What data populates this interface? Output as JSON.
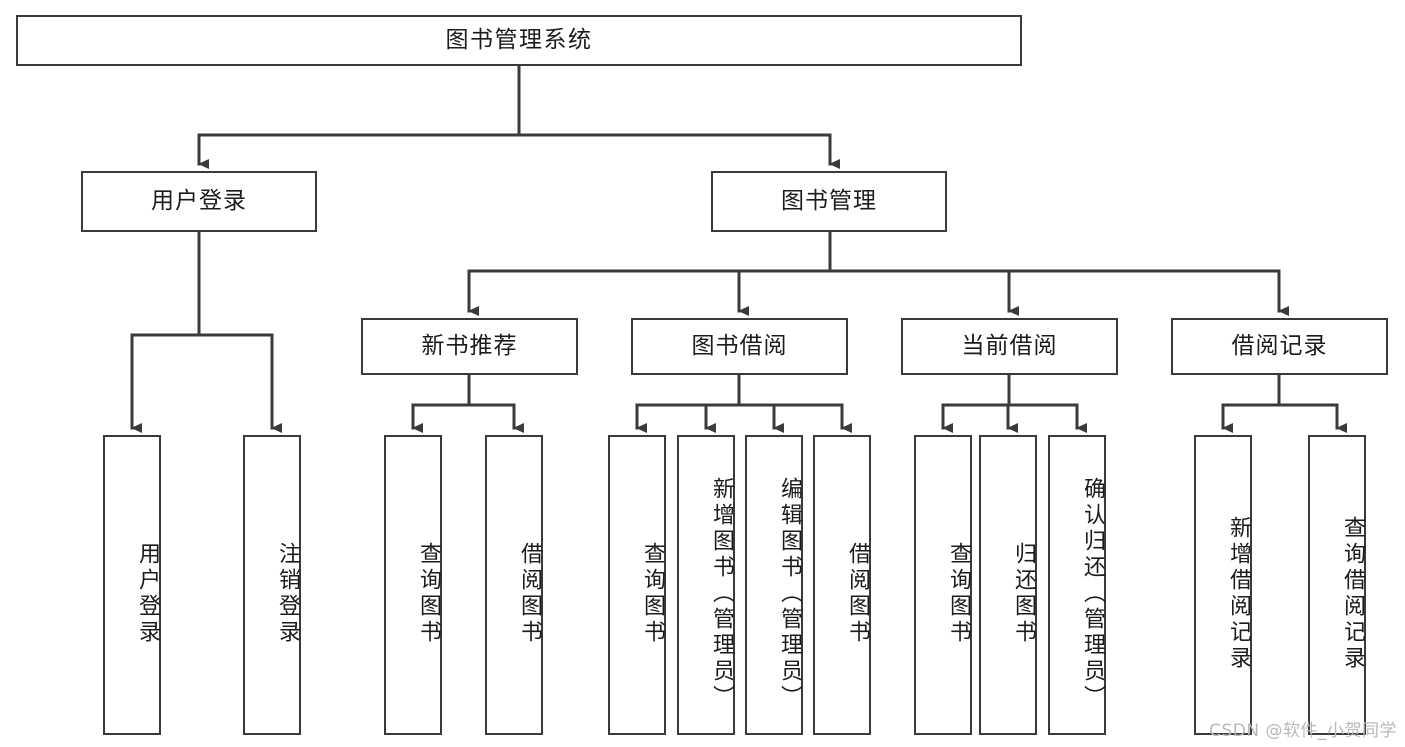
{
  "diagram": {
    "title": "图书管理系统",
    "type": "tree-hierarchy-diagram",
    "colors": {
      "box_border": "#3a3a3a",
      "box_fill": "#ffffff",
      "connector": "#3a3a3a",
      "text": "#1c1c1c",
      "watermark": "#b9b9b9",
      "background": "#ffffff"
    },
    "root": {
      "label": "图书管理系统"
    },
    "level2": [
      {
        "id": "user-login",
        "label": "用户登录"
      },
      {
        "id": "book-management",
        "label": "图书管理"
      }
    ],
    "level3": [
      {
        "id": "new-book-recommend",
        "label": "新书推荐"
      },
      {
        "id": "book-borrow",
        "label": "图书借阅"
      },
      {
        "id": "current-borrow",
        "label": "当前借阅"
      },
      {
        "id": "borrow-record",
        "label": "借阅记录"
      }
    ],
    "leaves": {
      "user_login": [
        {
          "id": "leaf-user-login",
          "label": "用户登录"
        },
        {
          "id": "leaf-logout-login",
          "label": "注销登录"
        }
      ],
      "new_book_recommend": [
        {
          "id": "leaf-query-book-1",
          "label": "查询图书"
        },
        {
          "id": "leaf-borrow-book-1",
          "label": "借阅图书"
        }
      ],
      "book_borrow": [
        {
          "id": "leaf-query-book-2",
          "label": "查询图书"
        },
        {
          "id": "leaf-add-book-admin",
          "label": "新增图书（管理员）"
        },
        {
          "id": "leaf-edit-book-admin",
          "label": "编辑图书（管理员）"
        },
        {
          "id": "leaf-borrow-book-2",
          "label": "借阅图书"
        }
      ],
      "current_borrow": [
        {
          "id": "leaf-query-book-3",
          "label": "查询图书"
        },
        {
          "id": "leaf-return-book",
          "label": "归还图书"
        },
        {
          "id": "leaf-confirm-return-admin",
          "label": "确认归还（管理员）"
        }
      ],
      "borrow_record": [
        {
          "id": "leaf-add-borrow-record",
          "label": "新增借阅记录"
        },
        {
          "id": "leaf-query-borrow-record",
          "label": "查询借阅记录"
        }
      ]
    },
    "watermark": "CSDN @软件_小贺同学"
  }
}
